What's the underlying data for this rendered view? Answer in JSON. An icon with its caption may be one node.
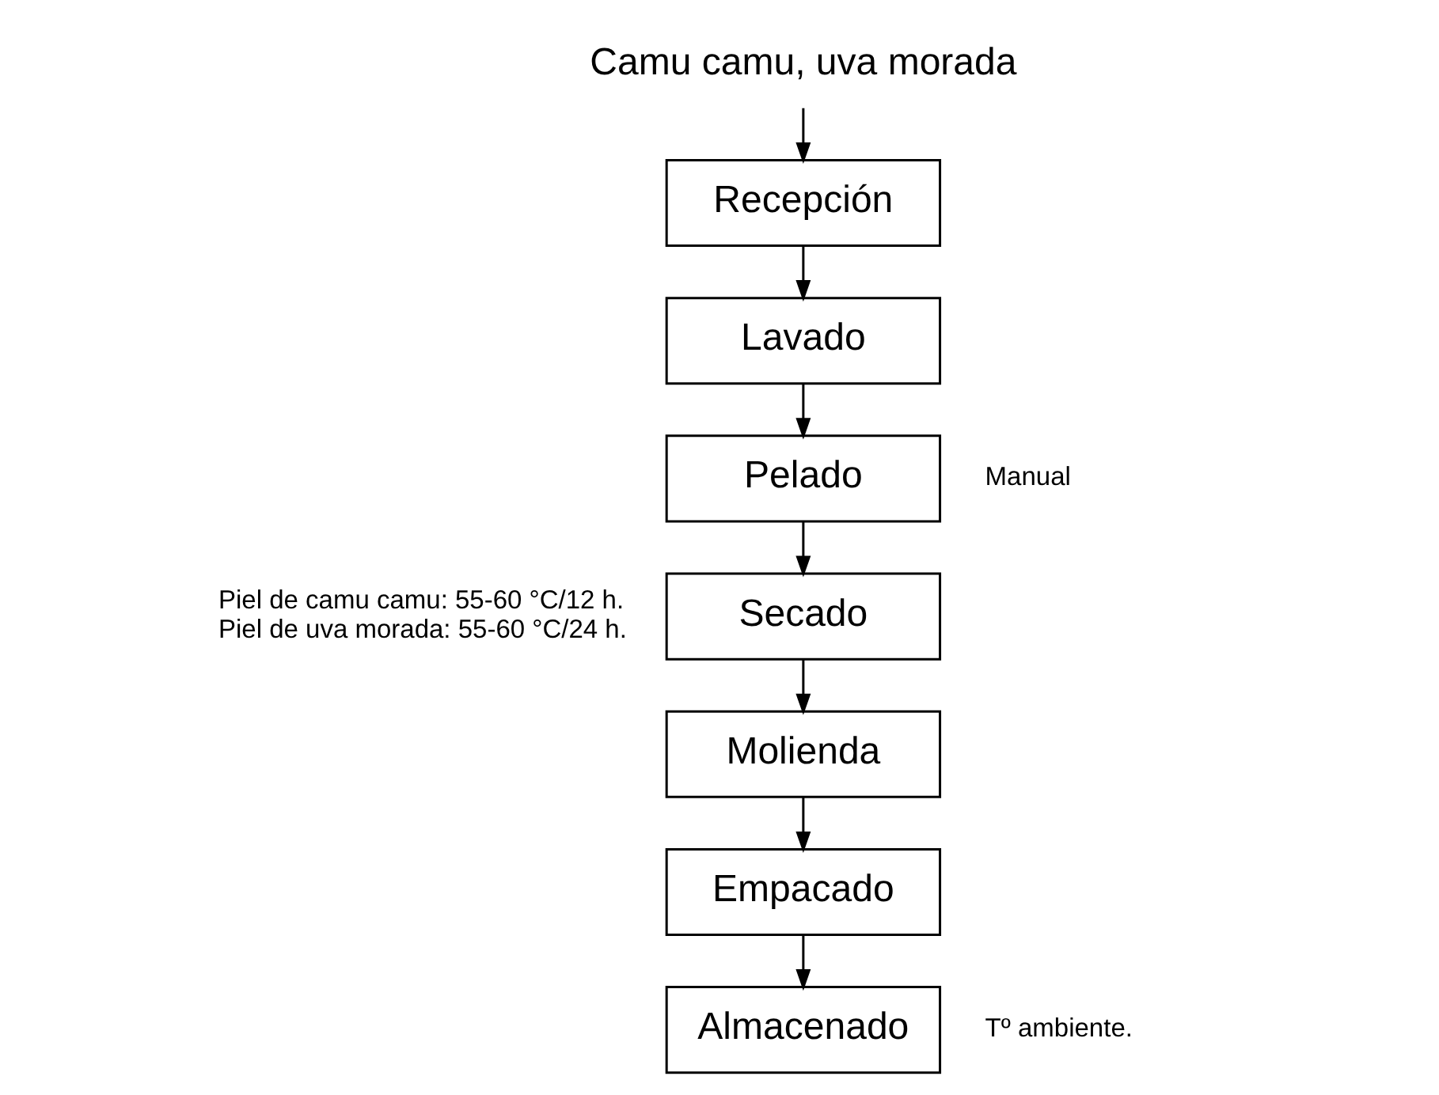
{
  "diagram": {
    "nodes": [
      {
        "text": [
          "Camu camu, uva morada"
        ]
      },
      {
        "text": [
          "Recepción"
        ]
      },
      {
        "text": [
          "Lavado"
        ]
      },
      {
        "text": [
          "Pelado"
        ],
        "beside": [
          "Manual"
        ]
      },
      {
        "text": [
          "Secado"
        ],
        "beside": [
          "Piel de camu camu: 55-60 °C/12 h.",
          "Piel de uva morada: 55-60 °C/24 h."
        ]
      },
      {
        "text": [
          "Molienda"
        ]
      },
      {
        "text": [
          "Empacado"
        ]
      },
      {
        "text": [
          "Almacenado"
        ],
        "beside": [
          "Tº ambiente."
        ]
      }
    ],
    "edges": [
      {
        "from": 0,
        "to": 1,
        "arrow": "to"
      },
      {
        "from": 1,
        "to": 2,
        "arrow": "to"
      },
      {
        "from": 2,
        "to": 3,
        "arrow": "to"
      },
      {
        "from": 3,
        "to": 4,
        "arrow": "to"
      },
      {
        "from": 4,
        "to": 5,
        "arrow": "to"
      },
      {
        "from": 5,
        "to": 6,
        "arrow": "to"
      },
      {
        "from": 6,
        "to": 7,
        "arrow": "to"
      }
    ]
  }
}
